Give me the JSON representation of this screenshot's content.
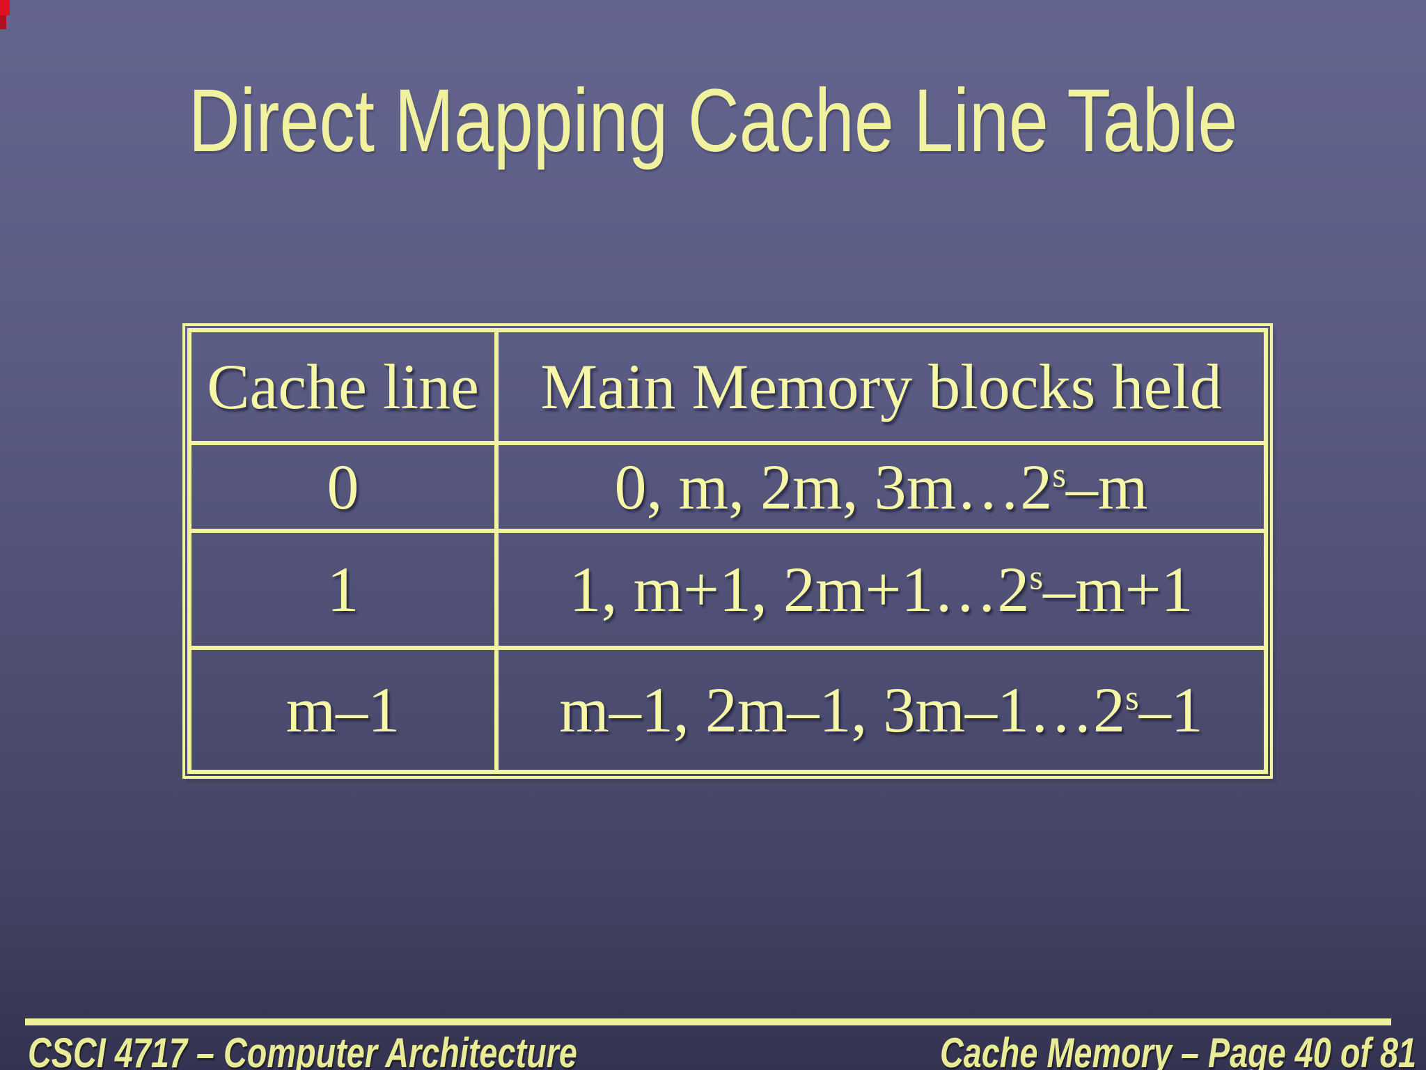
{
  "slide": {
    "title": "Direct Mapping Cache Line Table",
    "table": {
      "headers": [
        "Cache line",
        "Main Memory blocks held"
      ],
      "rows": [
        {
          "line": "0",
          "blocks_pre": "0, m, 2m, 3m…2",
          "exp": "s",
          "blocks_post": "–m"
        },
        {
          "line": "1",
          "blocks_pre": "1, m+1, 2m+1…2",
          "exp": "s",
          "blocks_post": "–m+1"
        },
        {
          "line": "m–1",
          "blocks_pre": "m–1, 2m–1, 3m–1…2",
          "exp": "s",
          "blocks_post": "–1"
        }
      ]
    },
    "footer": {
      "left": "CSCI 4717 – Computer Architecture",
      "right": "Cache Memory – Page 40 of 81"
    },
    "colors": {
      "background_top": "#64658e",
      "background_bottom": "#343351",
      "accent_yellow": "#f2f39e",
      "text_yellow": "#f5f6a6",
      "footer_yellow": "#e9eb95",
      "red_artifact": "#e01222"
    }
  }
}
